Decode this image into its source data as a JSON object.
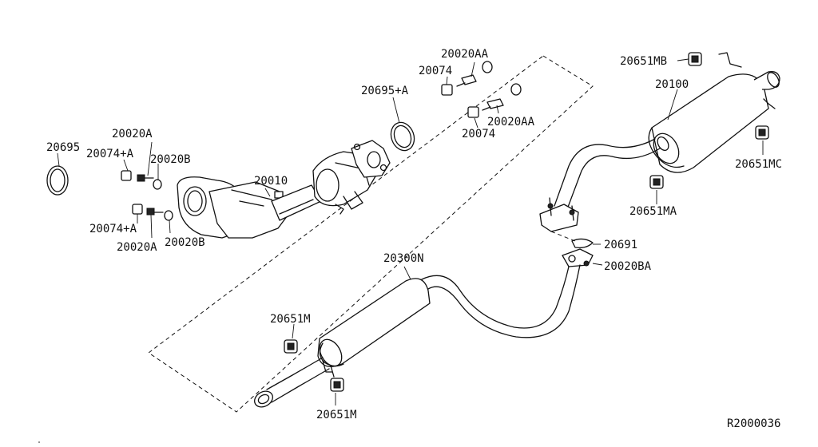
{
  "diagram": {
    "ref_code": "R2000036",
    "labels": {
      "l20695": "20695",
      "l20020A_top": "20020A",
      "l20074A_top": "20074+A",
      "l20020B_top": "20020B",
      "l20074A_bot": "20074+A",
      "l20020A_bot": "20020A",
      "l20020B_bot": "20020B",
      "l20010": "20010",
      "l20695A": "20695+A",
      "l20020AA_top": "20020AA",
      "l20074_top": "20074",
      "l20020AA_bot": "20020AA",
      "l20074_bot": "20074",
      "l20651MB": "20651MB",
      "l20100": "20100",
      "l20651MC": "20651MC",
      "l20651MA": "20651MA",
      "l20691": "20691",
      "l20020BA": "20020BA",
      "l20300N": "20300N",
      "l20651M_top": "20651M",
      "l20651M_bot": "20651M"
    }
  }
}
